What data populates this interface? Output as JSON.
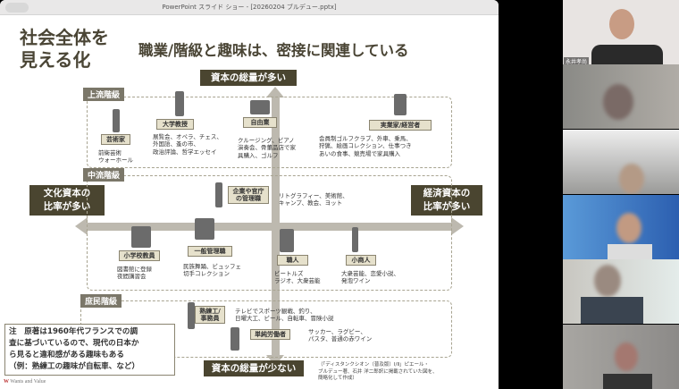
{
  "window": {
    "title": "PowerPoint スライド ショー - [20260204 ブルデュー.pptx]"
  },
  "slide": {
    "title_line1": "社会全体を",
    "title_line2": "見える化",
    "subtitle": "職業/階級と趣味は、密接に関連している",
    "axis_top": "資本の総量が多い",
    "axis_bottom": "資本の総量が少ない",
    "axis_left_1": "文化資本の",
    "axis_left_2": "比率が多い",
    "axis_right_1": "経済資本の",
    "axis_right_2": "比率が多い",
    "classes": {
      "upper": "上流階級",
      "middle": "中流階級",
      "lower": "庶民階級"
    },
    "upper": [
      {
        "label": "芸術家",
        "hobbies": [
          "前衛芸術",
          "ウォーホール"
        ]
      },
      {
        "label": "大学教授",
        "hobbies": [
          "展覧会、オペラ、チェス、",
          "外国語、蚤の市、",
          "政治評論、哲学エッセイ"
        ]
      },
      {
        "label": "自由業",
        "hobbies": [
          "クルージング、ピアノ",
          "演奏会、骨董品店で家",
          "具購入、ゴルフ"
        ]
      },
      {
        "label": "実業家/経営者",
        "hobbies": [
          "会員制ゴルフクラブ、外車、乗馬、",
          "狩猟、絵画コレクション、仕事つき",
          "あいの食事、競売場で家具購入"
        ]
      }
    ],
    "middle": [
      {
        "label_1": "企業や官庁",
        "label_2": "の管理職",
        "hobbies": [
          "リトグラフィー、美術館、",
          "キャンプ、教会、ヨット"
        ]
      },
      {
        "label": "小学校教員",
        "hobbies": [
          "図書館に登録",
          "夜間講習会"
        ]
      },
      {
        "label": "一般管理職",
        "hobbies": [
          "民族舞踊、ビュッフェ",
          "切手コレクション"
        ]
      },
      {
        "label": "職人",
        "hobbies": [
          "ビートルズ",
          "ラジオ、大衆芸能"
        ]
      },
      {
        "label": "小商人",
        "hobbies": [
          "大衆芸能、恋愛小説、",
          "発泡ワイン"
        ]
      }
    ],
    "lower": [
      {
        "label_1": "熟練工/",
        "label_2": "事務員",
        "hobbies": [
          "テレビでスポーツ観戦、釣り、",
          "日曜大工、ビール、自転車、冒険小説"
        ]
      },
      {
        "label": "単純労働者",
        "hobbies": [
          "サッカー、ラグビー、",
          "パスタ、普通の赤ワイン"
        ]
      }
    ],
    "note": [
      "注　原著は1960年代フランスでの調",
      "査に基づいているので、現代の日本か",
      "ら見ると違和感がある趣味もある",
      "（例：熟練工の趣味が自転車、など）"
    ],
    "citation": [
      "（「ディスタンクシオン（普及版）Ⅰ/Ⅱ」ピエール・",
      "ブルデュー著、石井 洋二郎訳に掲載されていた図を、",
      "簡略化して作成）"
    ],
    "logo": "Wants and Value"
  },
  "participants": {
    "speaker_name": "永井孝尚"
  },
  "colors": {
    "accent": "#4a4530",
    "class_label": "#7b7769",
    "label_bg": "#e6e1cc"
  }
}
